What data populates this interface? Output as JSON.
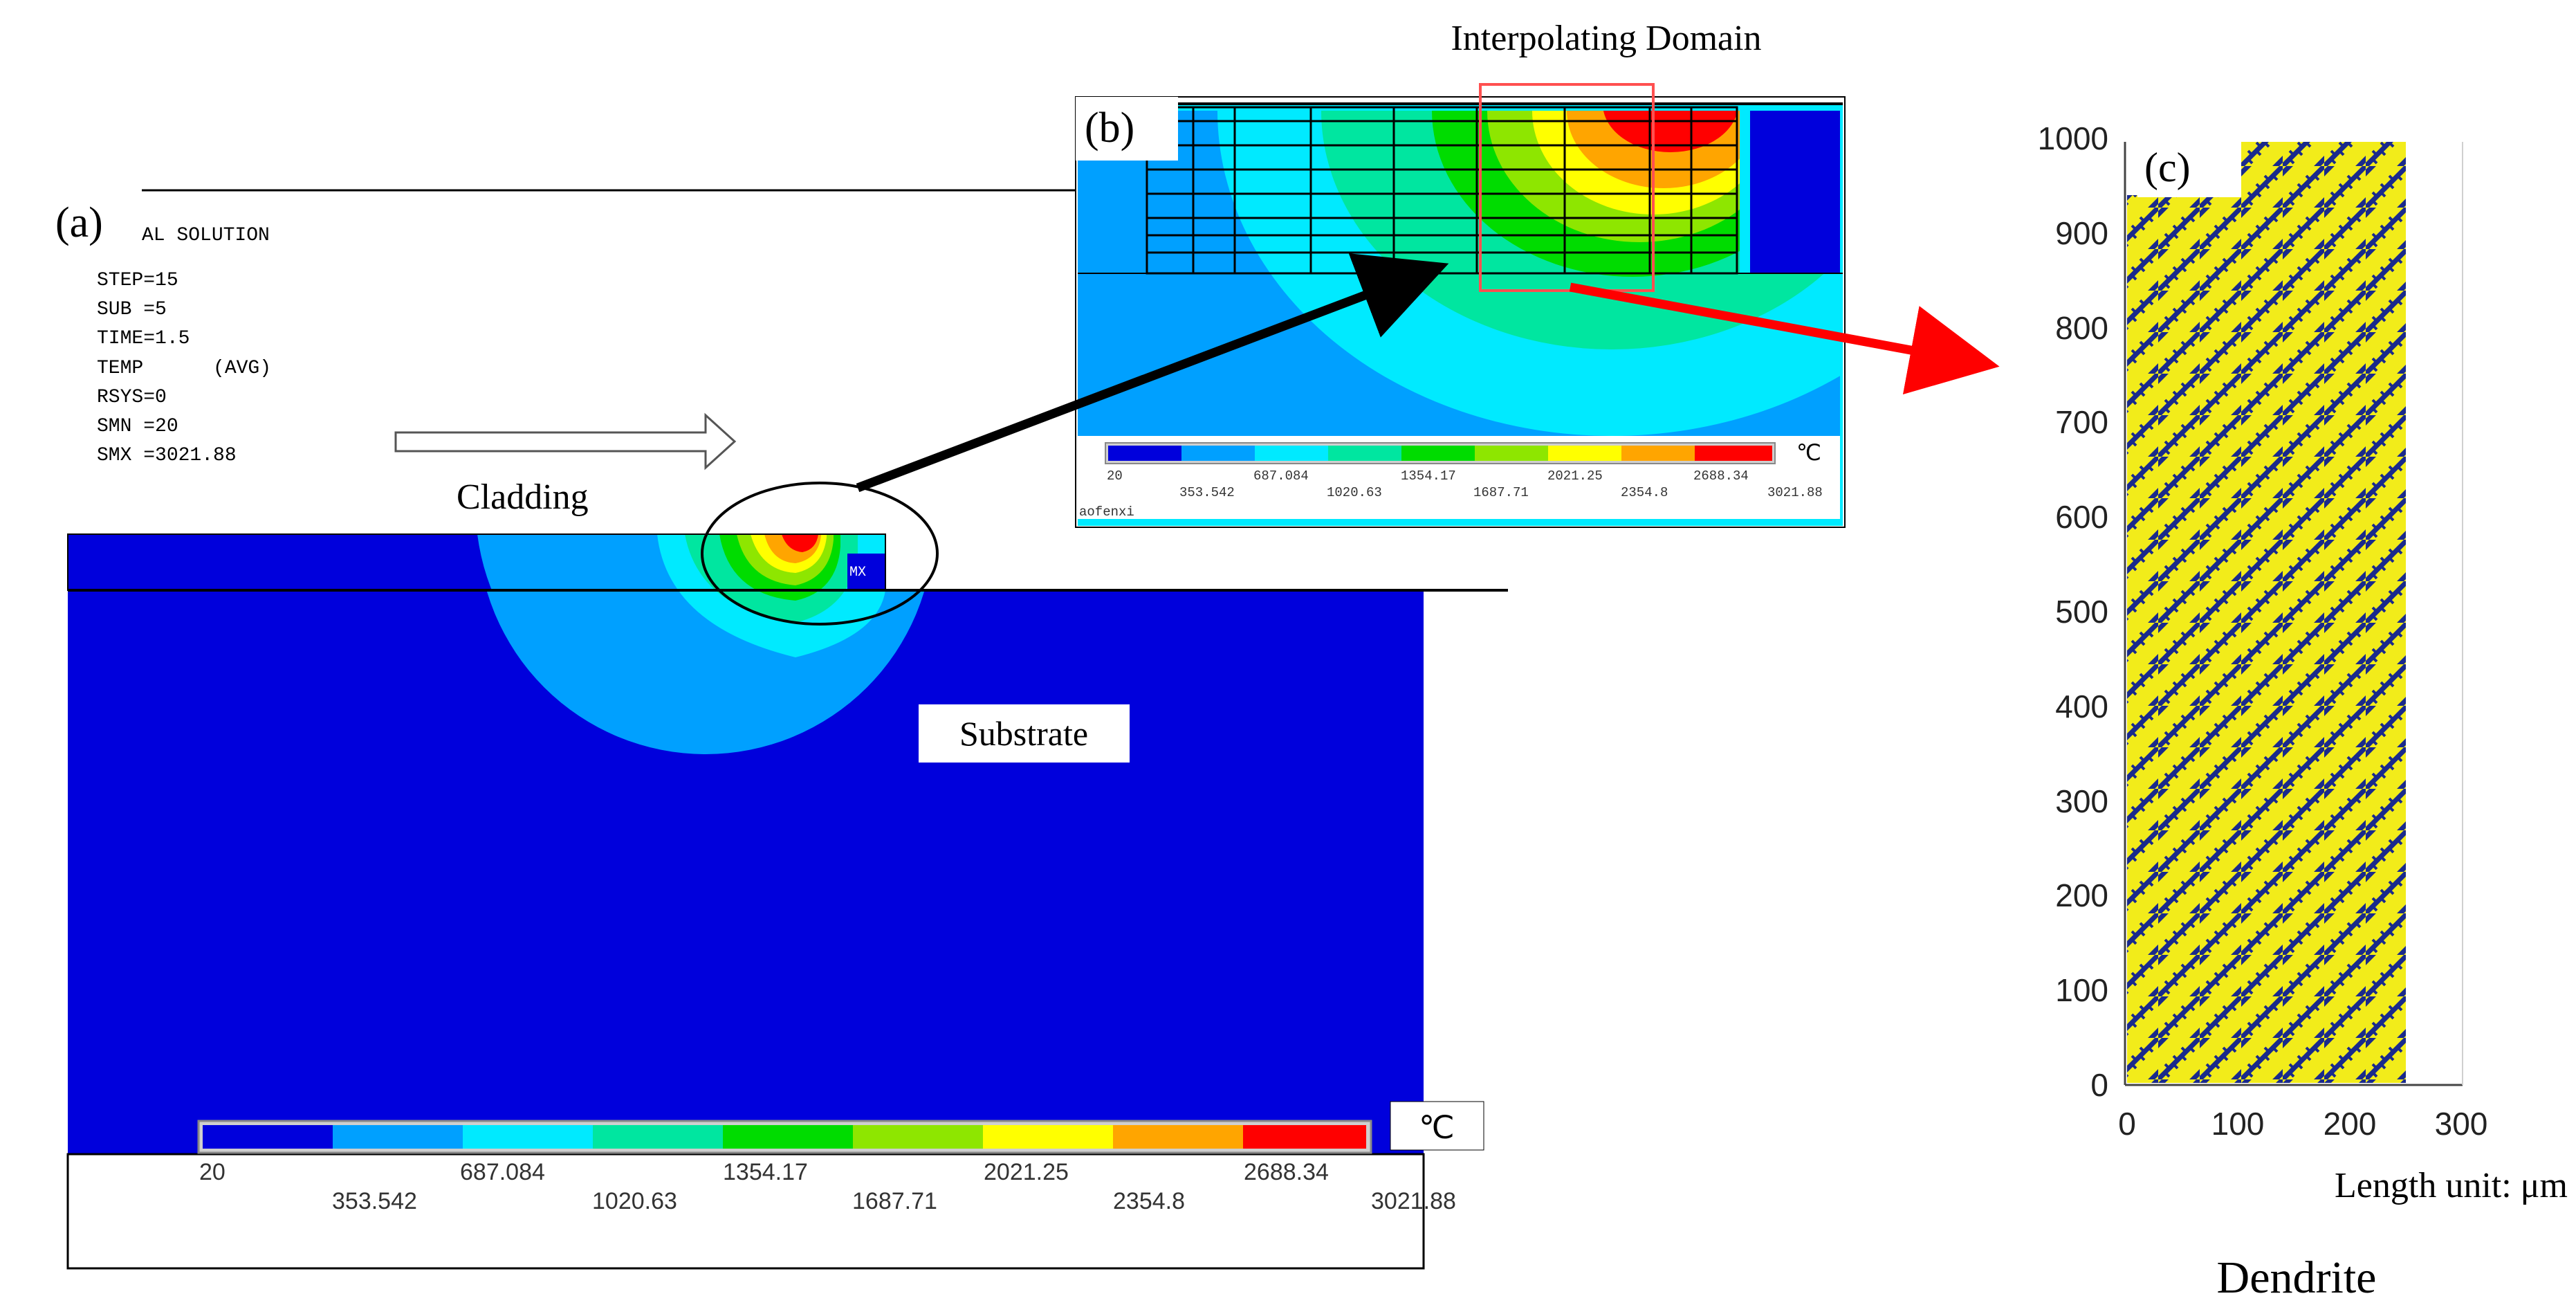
{
  "panel_a": {
    "label": "(a)",
    "info_lines": [
      "AL SOLUTION",
      "STEP=15",
      "SUB =5",
      "TIME=1.5",
      "TEMP      (AVG)",
      "RSYS=0",
      "SMN =20",
      "SMX =3021.88"
    ],
    "cladding_label": "Cladding",
    "substrate_label": "Substrate",
    "unit": "℃",
    "legend_top": [
      "20",
      "687.084",
      "1354.17",
      "2021.25",
      "2688.34"
    ],
    "legend_bottom": [
      "353.542",
      "1020.63",
      "1687.71",
      "2354.8",
      "3021.88"
    ]
  },
  "panel_b": {
    "label": "(b)",
    "domain_title": "Interpolating Domain",
    "unit": "℃",
    "legend_top": [
      "20",
      "687.084",
      "1354.17",
      "2021.25",
      "2688.34"
    ],
    "legend_bottom": [
      "353.542",
      "1020.63",
      "1687.71",
      "2354.8",
      "3021.88"
    ],
    "corner_text": "aofenxi"
  },
  "panel_c": {
    "label": "(c)",
    "y_ticks": [
      "0",
      "100",
      "200",
      "300",
      "400",
      "500",
      "600",
      "700",
      "800",
      "900",
      "1000"
    ],
    "x_ticks": [
      "0",
      "100",
      "200",
      "300"
    ],
    "xlabel": "Length unit: μm",
    "caption": "Dendrite"
  },
  "colors": {
    "deep_blue": "#0000dc",
    "mid_blue": "#00a0ff",
    "cyan": "#00eaff",
    "teal": "#00e6a0",
    "green": "#00dc00",
    "yellow_green": "#8ee600",
    "yellow": "#ffff00",
    "orange": "#ffa500",
    "red": "#ff0000",
    "dendrite_yellow": "#f2ec1a",
    "dendrite_blue": "#1a2a8c"
  }
}
